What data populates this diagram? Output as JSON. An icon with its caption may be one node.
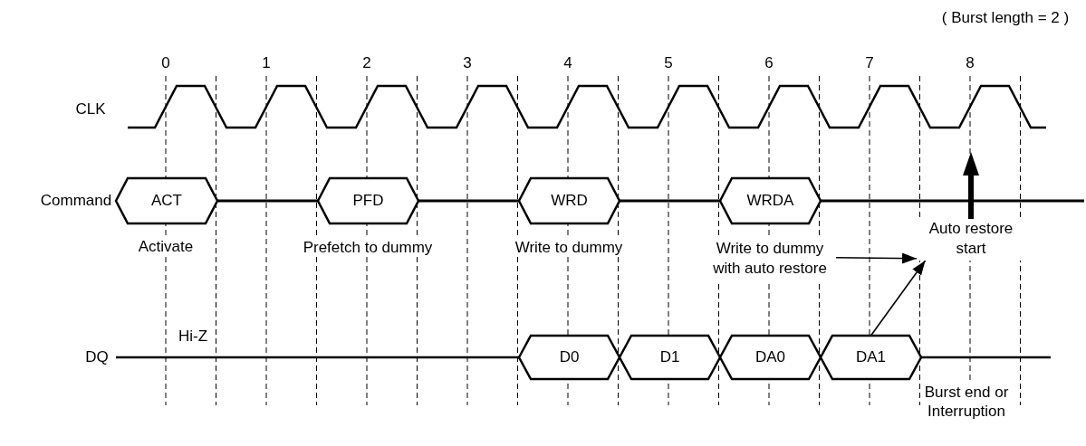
{
  "diagram": {
    "nodes": [
      {
        "text": [
          "ACT"
        ],
        "beside": [
          "Activate"
        ]
      },
      {
        "text": [
          "PFD"
        ],
        "beside": [
          "Prefetch to dummy"
        ]
      },
      {
        "text": [
          "WRD"
        ],
        "beside": [
          "Write to dummy"
        ]
      },
      {
        "text": [
          "WRDA"
        ]
      },
      {
        "text": [
          "D0"
        ]
      },
      {
        "text": [
          "D1"
        ]
      },
      {
        "text": [
          "DA0"
        ]
      },
      {
        "text": [
          "DA1"
        ]
      },
      {
        "text": [
          "Write to dummy with auto restore"
        ]
      },
      {
        "text": [
          "Auto restore start"
        ]
      }
    ],
    "edges": [
      {
        "from": 8,
        "to": 9,
        "arrow": "to"
      },
      {
        "from": 7,
        "to": 9,
        "arrow": "to"
      },
      {
        "from": 9,
        "to": null,
        "arrow": "to",
        "style": "thick"
      }
    ],
    "labels": [
      "( Burst length = 2 )",
      "0",
      "1",
      "2",
      "3",
      "4",
      "5",
      "6",
      "7",
      "8",
      "CLK",
      "Command",
      "DQ",
      "Hi-Z",
      "Burst end or Interruption"
    ]
  }
}
